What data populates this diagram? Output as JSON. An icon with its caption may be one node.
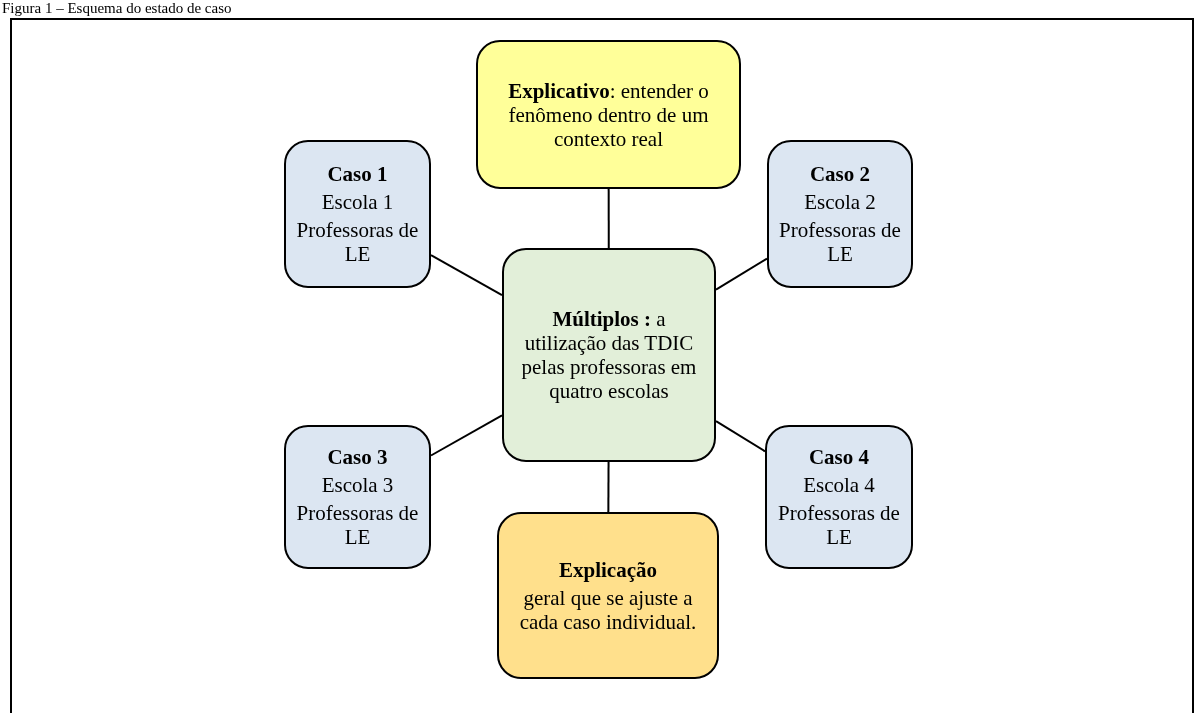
{
  "diagram": {
    "title": "Figura 1 – Esquema do estado de caso",
    "nodes": [
      {
        "text": [
          "**Explicativo**: entender o fenômeno dentro de um contexto real"
        ]
      },
      {
        "text": [
          "Caso 1",
          "Escola 1",
          "Professoras de LE"
        ]
      },
      {
        "text": [
          "Caso 2",
          "Escola 2",
          "Professoras de LE"
        ]
      },
      {
        "text": [
          "**Múltiplos :** a utilização das TDIC pelas professoras em quatro escolas"
        ]
      },
      {
        "text": [
          "Caso 3",
          "Escola 3",
          "Professoras de LE"
        ]
      },
      {
        "text": [
          "Caso 4",
          "Escola 4",
          "Professoras de LE"
        ]
      },
      {
        "text": [
          "Explicação",
          "geral que se ajuste a cada caso individual."
        ]
      }
    ],
    "edges": [
      {
        "from": 3,
        "to": 0,
        "arrow": "none"
      },
      {
        "from": 3,
        "to": 1,
        "arrow": "none"
      },
      {
        "from": 3,
        "to": 2,
        "arrow": "none"
      },
      {
        "from": 3,
        "to": 4,
        "arrow": "none"
      },
      {
        "from": 3,
        "to": 5,
        "arrow": "none"
      },
      {
        "from": 3,
        "to": 6,
        "arrow": "none"
      }
    ]
  }
}
